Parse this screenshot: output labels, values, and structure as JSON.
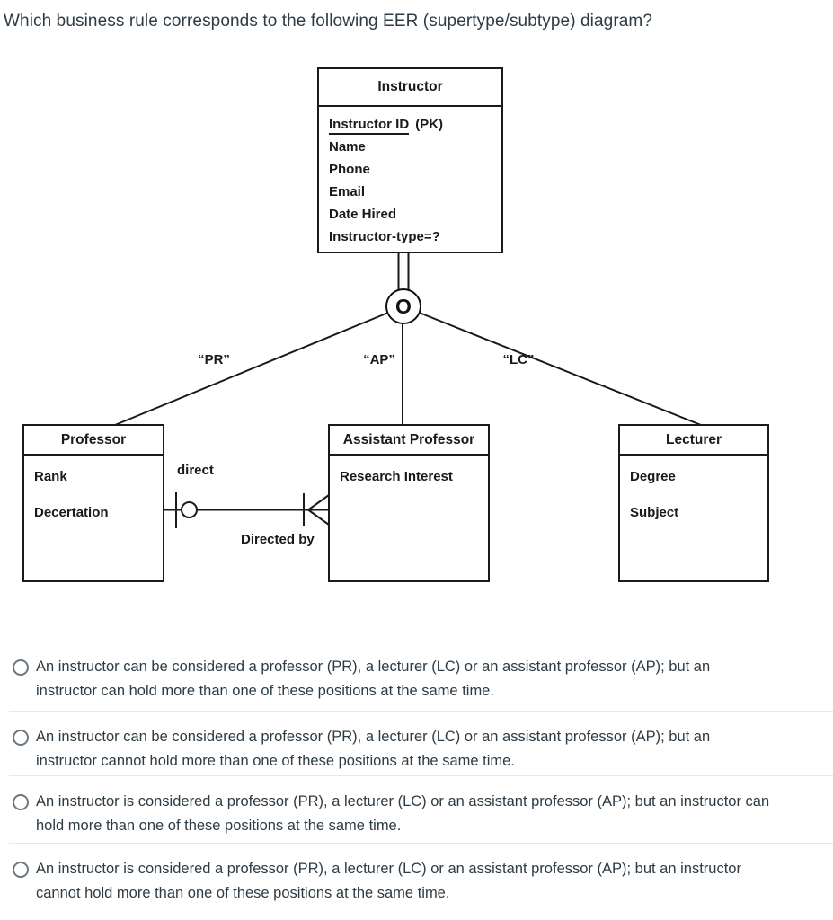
{
  "question": {
    "title": "Which business rule corresponds to the following EER (supertype/subtype) diagram?"
  },
  "diagram": {
    "supertype": {
      "name": "Instructor",
      "pk_attribute": "Instructor ID",
      "pk_tag": "(PK)",
      "attributes": [
        "Name",
        "Phone",
        "Email",
        "Date Hired",
        "Instructor-type=?"
      ]
    },
    "completeness_symbol": "O",
    "subtype_links": [
      {
        "label": "“PR”"
      },
      {
        "label": "“AP”"
      },
      {
        "label": "“LC”"
      }
    ],
    "subtypes": [
      {
        "name": "Professor",
        "attributes": [
          "Rank",
          "Decertation"
        ]
      },
      {
        "name": "Assistant Professor",
        "attributes": [
          "Research Interest"
        ]
      },
      {
        "name": "Lecturer",
        "attributes": [
          "Degree",
          "Subject"
        ]
      }
    ],
    "relationship": {
      "verb_top": "direct",
      "verb_bottom": "Directed by"
    }
  },
  "options": [
    {
      "line1": "An instructor can be considered a professor (PR), a lecturer (LC) or an assistant professor (AP); but an",
      "line2": "instructor can hold more than one of these positions at the same time."
    },
    {
      "line1": "An instructor can be considered a professor (PR), a lecturer (LC) or an assistant professor (AP); but an",
      "line2": "instructor cannot hold more than one of these positions at the same time."
    },
    {
      "line1": "An instructor is considered a professor (PR), a lecturer (LC) or an assistant professor (AP); but an instructor can",
      "line2": "hold more than one of these positions at the same time."
    },
    {
      "line1": "An instructor is considered a professor (PR), a lecturer (LC) or an assistant professor (AP); but an instructor",
      "line2": "cannot hold more than one of these positions at the same time."
    }
  ],
  "colors": {
    "text": "#2d3b45",
    "diagram_ink": "#1a1a1a",
    "divider": "#e6e7e8",
    "radio_border": "#6b7780"
  }
}
